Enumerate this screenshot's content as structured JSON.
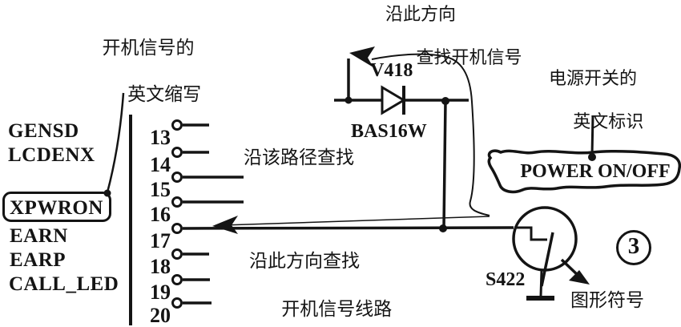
{
  "palette": {
    "ink": "#141414",
    "background": "#ffffff"
  },
  "signal_labels": [
    "GENSD",
    "LCDENX",
    "XPWRON",
    "EARN",
    "EARP",
    "CALL_LED"
  ],
  "pin_numbers": [
    "13",
    "14",
    "15",
    "16",
    "17",
    "18",
    "19",
    "20"
  ],
  "components": {
    "diode_ref": "V418",
    "diode_part": "BAS16W",
    "switch_ref": "S422",
    "power_switch_label": "POWER ON/OFF",
    "figure_number": "3"
  },
  "annotations": {
    "abbr_note": [
      "开机信号的",
      "英文缩写"
    ],
    "trace_up_note": [
      "沿此方向",
      "查找开机信号"
    ],
    "trace_path_note": "沿该路径查找",
    "trace_left_note": [
      "沿此方向查找",
      "开机信号线路"
    ],
    "power_label_note": [
      "电源开关的",
      "英文标识"
    ],
    "graphic_symbol_note": "图形符号"
  }
}
